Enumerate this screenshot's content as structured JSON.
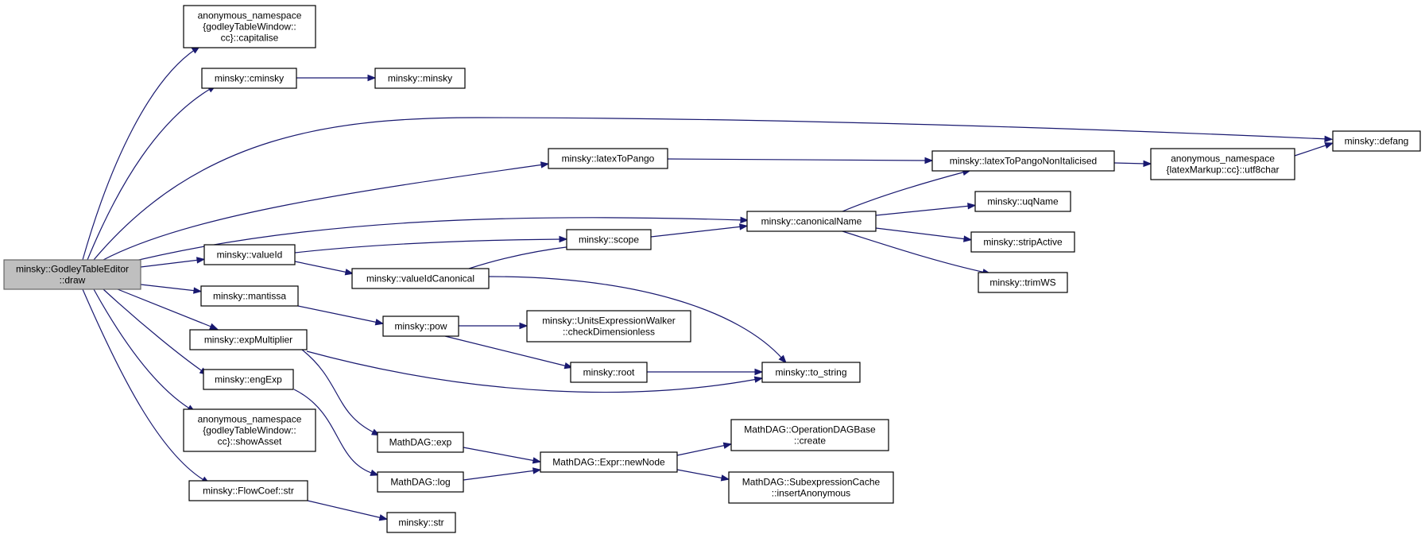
{
  "graph": {
    "nodes": {
      "draw": {
        "lines": [
          "minsky::GodleyTableEditor",
          "::draw"
        ],
        "root": true
      },
      "capitalise": {
        "lines": [
          "anonymous_namespace",
          "{godleyTableWindow::",
          "cc}::capitalise"
        ]
      },
      "cminsky": {
        "lines": [
          "minsky::cminsky"
        ]
      },
      "minsky": {
        "lines": [
          "minsky::minsky"
        ]
      },
      "defang": {
        "lines": [
          "minsky::defang"
        ]
      },
      "latexToPango": {
        "lines": [
          "minsky::latexToPango"
        ]
      },
      "latexToPangoNonItalicised": {
        "lines": [
          "minsky::latexToPangoNonItalicised"
        ]
      },
      "utf8char": {
        "lines": [
          "anonymous_namespace",
          "{latexMarkup::cc}::utf8char"
        ]
      },
      "uqName": {
        "lines": [
          "minsky::uqName"
        ]
      },
      "canonicalName": {
        "lines": [
          "minsky::canonicalName"
        ]
      },
      "stripActive": {
        "lines": [
          "minsky::stripActive"
        ]
      },
      "valueId": {
        "lines": [
          "minsky::valueId"
        ]
      },
      "scope": {
        "lines": [
          "minsky::scope"
        ]
      },
      "valueIdCanonical": {
        "lines": [
          "minsky::valueIdCanonical"
        ]
      },
      "trimWS": {
        "lines": [
          "minsky::trimWS"
        ]
      },
      "mantissa": {
        "lines": [
          "minsky::mantissa"
        ]
      },
      "pow": {
        "lines": [
          "minsky::pow"
        ]
      },
      "checkDimensionless": {
        "lines": [
          "minsky::UnitsExpressionWalker",
          "::checkDimensionless"
        ]
      },
      "expMultiplier": {
        "lines": [
          "minsky::expMultiplier"
        ]
      },
      "root": {
        "lines": [
          "minsky::root"
        ]
      },
      "to_string": {
        "lines": [
          "minsky::to_string"
        ]
      },
      "engExp": {
        "lines": [
          "minsky::engExp"
        ]
      },
      "showAsset": {
        "lines": [
          "anonymous_namespace",
          "{godleyTableWindow::",
          "cc}::showAsset"
        ]
      },
      "create": {
        "lines": [
          "MathDAG::OperationDAGBase",
          "::create"
        ]
      },
      "exp": {
        "lines": [
          "MathDAG::exp"
        ]
      },
      "newNode": {
        "lines": [
          "MathDAG::Expr::newNode"
        ]
      },
      "log": {
        "lines": [
          "MathDAG::log"
        ]
      },
      "insertAnonymous": {
        "lines": [
          "MathDAG::SubexpressionCache",
          "::insertAnonymous"
        ]
      },
      "FlowCoefStr": {
        "lines": [
          "minsky::FlowCoef::str"
        ]
      },
      "str": {
        "lines": [
          "minsky::str"
        ]
      }
    },
    "edges": [
      [
        "draw",
        "capitalise"
      ],
      [
        "draw",
        "cminsky"
      ],
      [
        "draw",
        "defang"
      ],
      [
        "draw",
        "latexToPango"
      ],
      [
        "draw",
        "canonicalName"
      ],
      [
        "draw",
        "valueId"
      ],
      [
        "draw",
        "mantissa"
      ],
      [
        "draw",
        "expMultiplier"
      ],
      [
        "draw",
        "engExp"
      ],
      [
        "draw",
        "showAsset"
      ],
      [
        "draw",
        "FlowCoefStr"
      ],
      [
        "cminsky",
        "minsky"
      ],
      [
        "latexToPango",
        "latexToPangoNonItalicised"
      ],
      [
        "latexToPangoNonItalicised",
        "utf8char"
      ],
      [
        "utf8char",
        "defang"
      ],
      [
        "canonicalName",
        "latexToPangoNonItalicised"
      ],
      [
        "canonicalName",
        "uqName"
      ],
      [
        "canonicalName",
        "stripActive"
      ],
      [
        "canonicalName",
        "trimWS"
      ],
      [
        "valueId",
        "scope"
      ],
      [
        "valueId",
        "valueIdCanonical"
      ],
      [
        "scope",
        "canonicalName"
      ],
      [
        "valueIdCanonical",
        "scope"
      ],
      [
        "valueIdCanonical",
        "to_string"
      ],
      [
        "mantissa",
        "pow"
      ],
      [
        "pow",
        "checkDimensionless"
      ],
      [
        "pow",
        "root"
      ],
      [
        "root",
        "to_string"
      ],
      [
        "expMultiplier",
        "to_string"
      ],
      [
        "expMultiplier",
        "exp"
      ],
      [
        "engExp",
        "log"
      ],
      [
        "exp",
        "newNode"
      ],
      [
        "log",
        "newNode"
      ],
      [
        "newNode",
        "create"
      ],
      [
        "newNode",
        "insertAnonymous"
      ],
      [
        "FlowCoefStr",
        "str"
      ]
    ]
  }
}
